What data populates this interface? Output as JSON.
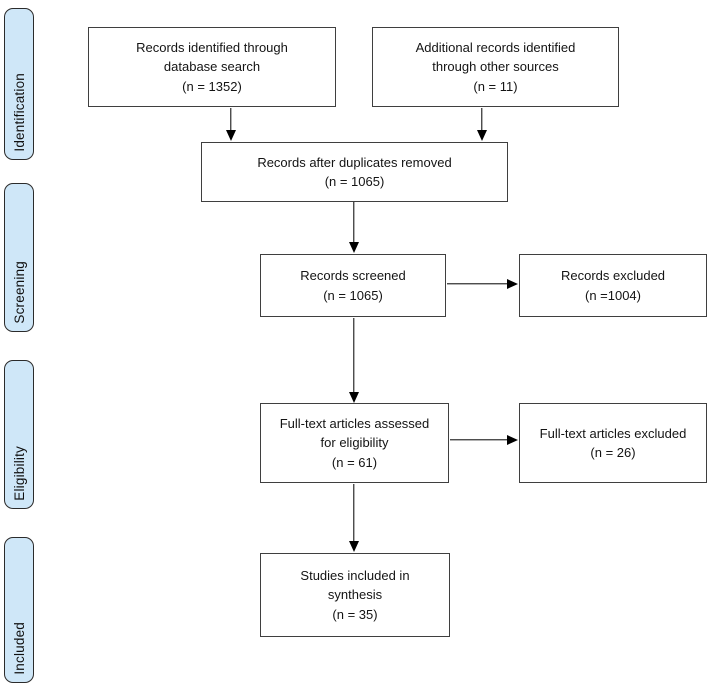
{
  "stages": [
    {
      "label": "Identification"
    },
    {
      "label": "Screening"
    },
    {
      "label": "Eligibility"
    },
    {
      "label": "Included"
    }
  ],
  "boxes": {
    "identified": "Records identified through\ndatabase search\n(n = 1352)",
    "additional": "Additional records identified\nthrough other sources\n(n = 11)",
    "after_duplicates": "Records after duplicates removed\n(n = 1065)",
    "screened": "Records screened\n(n = 1065)",
    "records_excluded": "Records excluded\n(n =1004)",
    "fulltext_assessed": "Full-text articles assessed\nfor eligibility\n(n = 61)",
    "fulltext_excluded": "Full-text articles excluded\n(n = 26)",
    "included_synthesis": "Studies included in\nsynthesis\n(n = 35)"
  },
  "colors": {
    "stage_fill": "#cfe7f8",
    "stage_border": "#2b2b2b",
    "box_fill": "#ffffff",
    "box_border": "#3f3f3f",
    "arrow": "#000000",
    "text": "#141414"
  }
}
